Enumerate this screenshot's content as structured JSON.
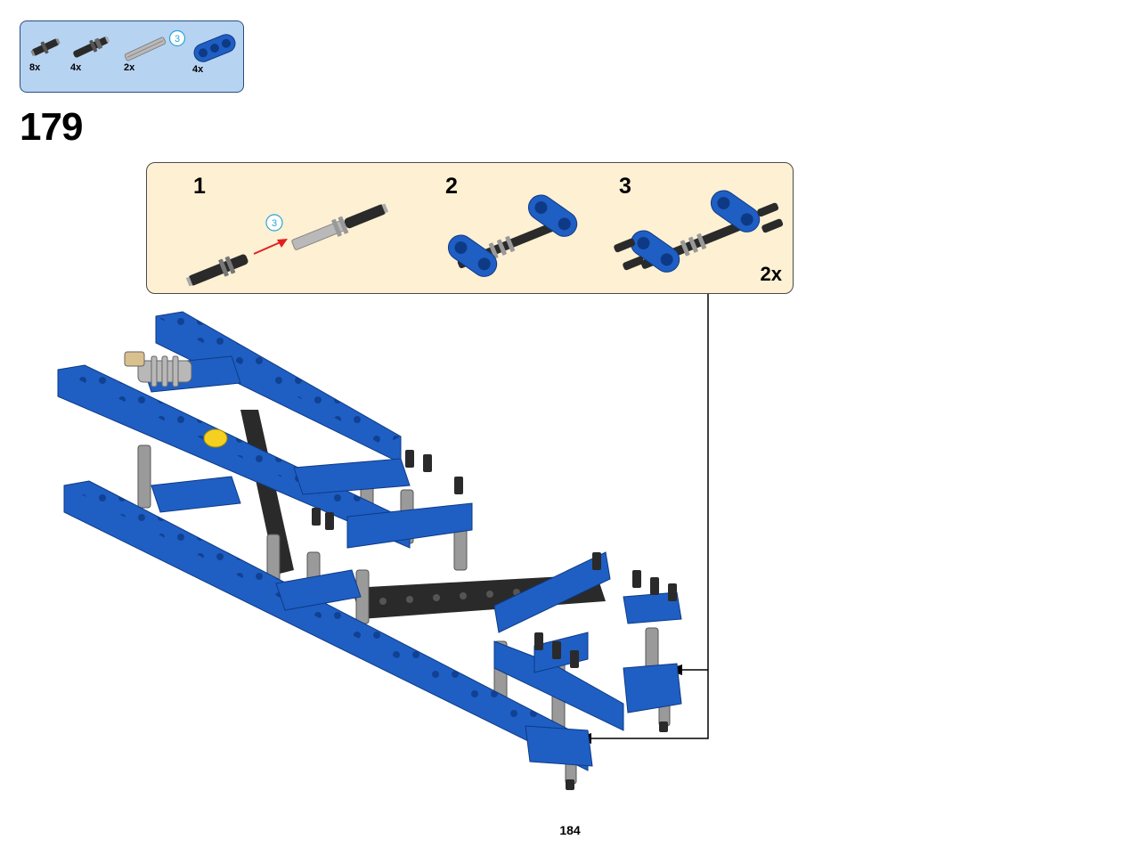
{
  "parts_list": {
    "items": [
      {
        "icon": "friction-peg-icon",
        "qty": "8x"
      },
      {
        "icon": "long-peg-with-bush-icon",
        "qty": "4x"
      },
      {
        "icon": "axle-icon",
        "qty": "2x",
        "length_marker": "3"
      },
      {
        "icon": "beam-3-icon",
        "qty": "4x"
      }
    ]
  },
  "step": {
    "number": "179"
  },
  "substeps": {
    "items": [
      {
        "number": "1",
        "length_marker": "3"
      },
      {
        "number": "2"
      },
      {
        "number": "3"
      }
    ],
    "multiplier": "2x"
  },
  "colors": {
    "brick_blue": "#1f5fc4",
    "parts_box_bg": "#b7d3f2",
    "substep_box_bg": "#fdf0d3",
    "arrow_red": "#e02020",
    "peg_dark": "#2a2a2a",
    "axle_grey": "#b9b9b9",
    "marker_cyan": "#2aa3d8"
  },
  "page": {
    "number": "184"
  }
}
